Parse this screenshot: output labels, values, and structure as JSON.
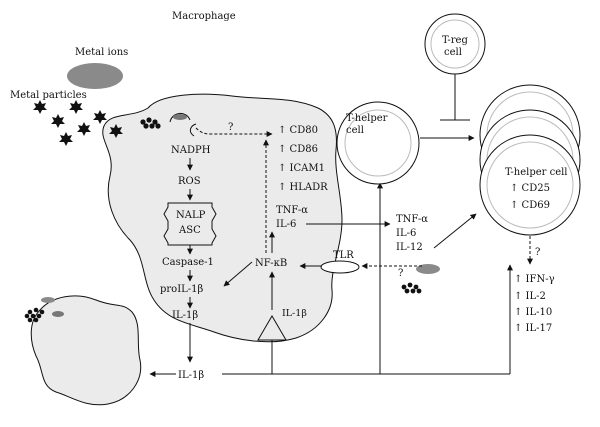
{
  "labels": {
    "macrophage": "Macrophage",
    "metal_ions": "Metal ions",
    "metal_particles": "Metal particles",
    "treg": [
      "T-reg",
      "cell"
    ],
    "thelper_left": [
      "T-helper",
      "cell"
    ],
    "thelper_right": "T-helper cell",
    "question": "?"
  },
  "pathway": {
    "nadph": "NADPH",
    "ros": "ROS",
    "nalp": "NALP",
    "asc": "ASC",
    "caspase": "Caspase-1",
    "proil": "proIL-1β",
    "il1b": "IL-1β",
    "il1b_bottom": "IL-1β",
    "il1b_receptor": "IL-1β",
    "nfkb": "NF-κB",
    "tlr": "TLR"
  },
  "markers": [
    "↑ CD80",
    "↑ CD86",
    "↑ ICAM1",
    "↑ HLADR"
  ],
  "cytokines_in": [
    "TNF-α",
    "IL-6"
  ],
  "cytokines_out": [
    "TNF-α",
    "IL-6",
    "IL-12"
  ],
  "th_markers": [
    "↑ CD25",
    "↑ CD69"
  ],
  "th_outputs": [
    "↑ IFN-γ",
    "↑ IL-2",
    "↑ IL-10",
    "↑ IL-17"
  ],
  "colors": {
    "cell_fill": "#ebebeb",
    "ion_fill": "#8a8a8a",
    "line": "#111111"
  }
}
